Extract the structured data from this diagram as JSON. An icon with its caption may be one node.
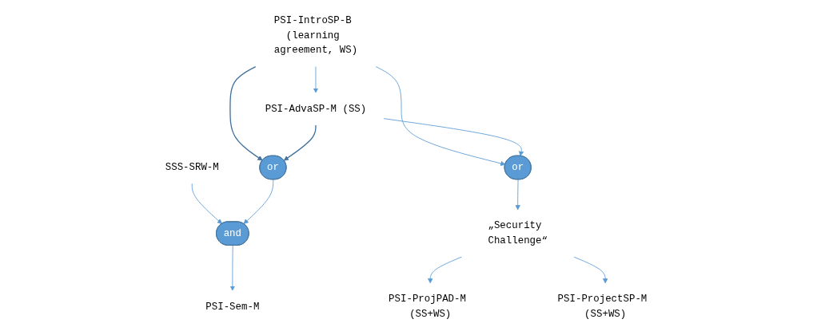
{
  "diagram": {
    "nodes": [
      {
        "text": [
          "PSI-IntroSP-B (learning agreement, WS)"
        ]
      },
      {
        "text": [
          "SSS-SRW-M"
        ]
      },
      {
        "text": [
          "PSI-AdvaSP-M (SS)"
        ]
      },
      {
        "text": [
          "or"
        ]
      },
      {
        "text": [
          "or"
        ]
      },
      {
        "text": [
          "and"
        ]
      },
      {
        "text": [
          "„Security Challenge“"
        ]
      },
      {
        "text": [
          "PSI-ProjPAD-M (SS+WS)"
        ]
      },
      {
        "text": [
          "PSI-ProjectSP-M (SS+WS)"
        ]
      },
      {
        "text": [
          "PSI-Sem-M"
        ]
      }
    ],
    "edges": [
      {
        "from": 0,
        "to": 4,
        "arrow": "to",
        "color": "#41719c"
      },
      {
        "from": 0,
        "to": 2,
        "arrow": "to"
      },
      {
        "from": 0,
        "to": 3,
        "arrow": "to"
      },
      {
        "from": 2,
        "to": 3,
        "arrow": "to"
      },
      {
        "from": 2,
        "to": 4,
        "arrow": "to",
        "color": "#41719c"
      },
      {
        "from": 1,
        "to": 5,
        "arrow": "to"
      },
      {
        "from": 4,
        "to": 5,
        "arrow": "to"
      },
      {
        "from": 5,
        "to": 9,
        "arrow": "to"
      },
      {
        "from": 3,
        "to": 6,
        "arrow": "to"
      },
      {
        "from": 6,
        "to": 7,
        "arrow": "to"
      },
      {
        "from": 6,
        "to": 8,
        "arrow": "to"
      }
    ]
  }
}
